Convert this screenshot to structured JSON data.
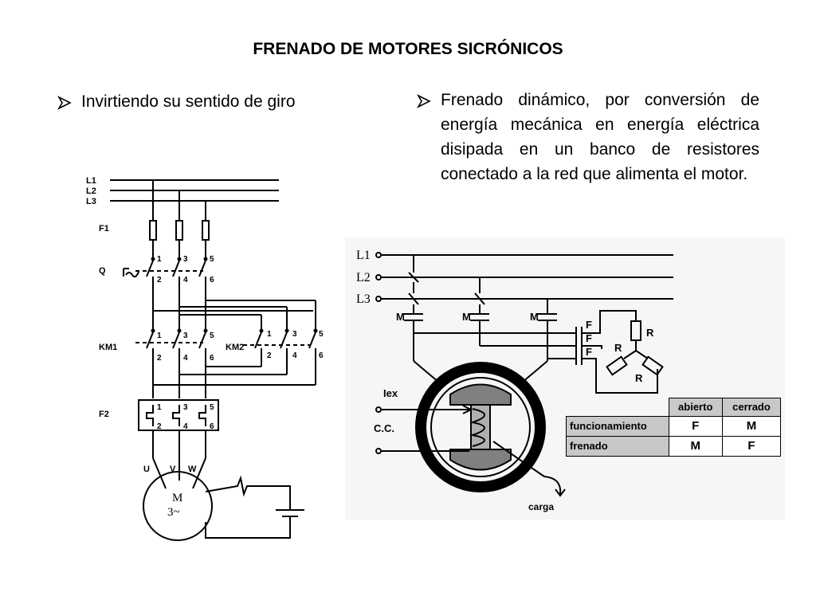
{
  "title": "FRENADO DE MOTORES SICRÓNICOS",
  "bullets": [
    {
      "text": "Invirtiendo su sentido de giro"
    },
    {
      "text": "Frenado dinámico, por conversión de energía mecánica en energía eléctrica disipada en un banco de resistores conectado a la red que alimenta el motor."
    }
  ],
  "left_diagram": {
    "lines": [
      "L1",
      "L2",
      "L3"
    ],
    "fuse": "F1",
    "switch": "Q",
    "contactor1": "KM1",
    "contactor2": "KM2",
    "relay": "F2",
    "terminals_top": [
      "1",
      "3",
      "5"
    ],
    "terminals_bottom": [
      "2",
      "4",
      "6"
    ],
    "phases": [
      "U",
      "V",
      "W"
    ],
    "motor_line1": "M",
    "motor_line2": "3~"
  },
  "right_diagram": {
    "lines": [
      "L1",
      "L2",
      "L3"
    ],
    "contact": "M",
    "contact_f": "F",
    "resistor": "R",
    "iex": "Iex",
    "cc": "C.C.",
    "load": "carga"
  },
  "table": {
    "headers": [
      "abierto",
      "cerrado"
    ],
    "rows": [
      {
        "label": "funcionamiento",
        "abierto": "F",
        "cerrado": "M"
      },
      {
        "label": "frenado",
        "abierto": "M",
        "cerrado": "F"
      }
    ]
  }
}
